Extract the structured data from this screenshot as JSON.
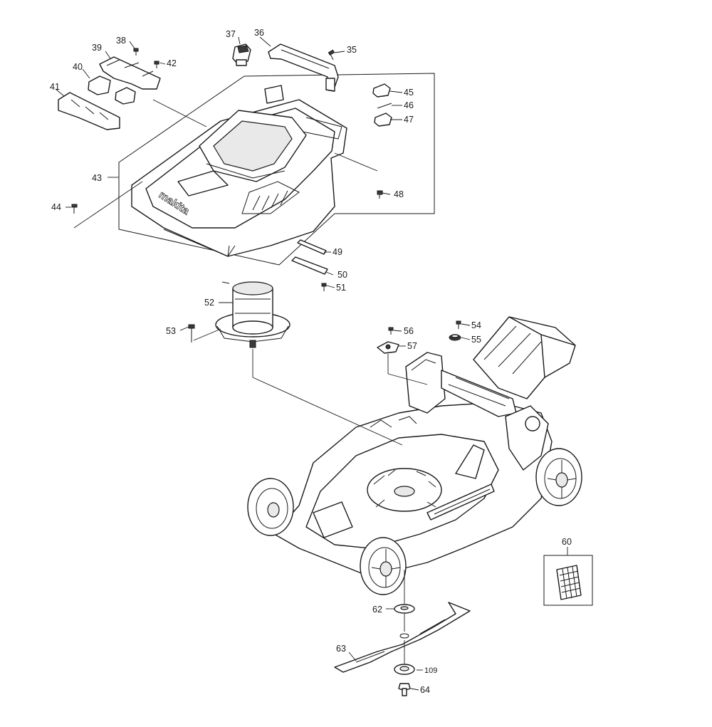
{
  "diagram": {
    "brand_logo": "makita",
    "callouts": [
      {
        "id": "c35",
        "text": "35"
      },
      {
        "id": "c36",
        "text": "36"
      },
      {
        "id": "c37",
        "text": "37"
      },
      {
        "id": "c38",
        "text": "38"
      },
      {
        "id": "c39",
        "text": "39"
      },
      {
        "id": "c40",
        "text": "40"
      },
      {
        "id": "c41",
        "text": "41"
      },
      {
        "id": "c42",
        "text": "42"
      },
      {
        "id": "c43",
        "text": "43"
      },
      {
        "id": "c44",
        "text": "44"
      },
      {
        "id": "c45",
        "text": "45"
      },
      {
        "id": "c46",
        "text": "46"
      },
      {
        "id": "c47",
        "text": "47"
      },
      {
        "id": "c48",
        "text": "48"
      },
      {
        "id": "c49",
        "text": "49"
      },
      {
        "id": "c50",
        "text": "50"
      },
      {
        "id": "c51",
        "text": "51"
      },
      {
        "id": "c52",
        "text": "52"
      },
      {
        "id": "c53",
        "text": "53"
      },
      {
        "id": "c54",
        "text": "54"
      },
      {
        "id": "c55",
        "text": "55"
      },
      {
        "id": "c56",
        "text": "56"
      },
      {
        "id": "c57",
        "text": "57"
      },
      {
        "id": "c60",
        "text": "60"
      },
      {
        "id": "c62",
        "text": "62"
      },
      {
        "id": "c63",
        "text": "63"
      },
      {
        "id": "c64",
        "text": "64"
      },
      {
        "id": "c109",
        "text": "109"
      }
    ]
  }
}
